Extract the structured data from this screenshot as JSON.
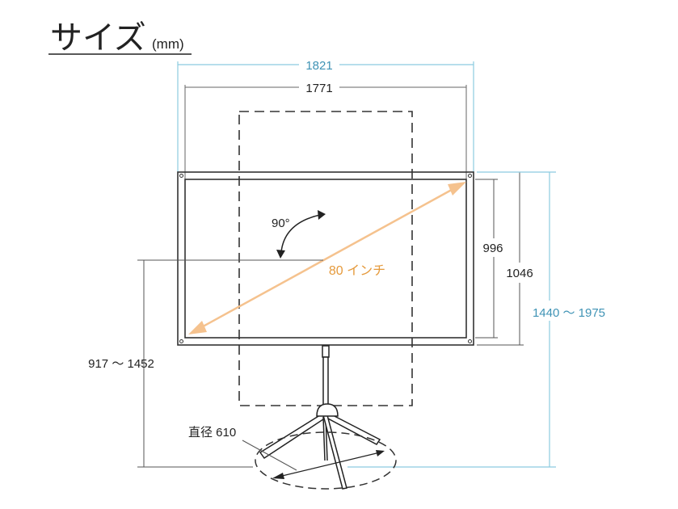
{
  "title": {
    "main": "サイズ",
    "unit": "(mm)"
  },
  "dimensions": {
    "overall_width": "1821",
    "screen_width": "1771",
    "screen_height": "996",
    "frame_height": "1046",
    "total_height_range": "1440 〜 1975",
    "bottom_edge_height_range": "917 〜 1452",
    "base_diameter": "直径 610",
    "diagonal": "80 インチ",
    "rotation": "90°"
  },
  "colors": {
    "accent_blue": "#3f93b5",
    "diagonal_orange": "#f5c28e",
    "diagonal_text": "#e59a3c",
    "line": "#333333"
  }
}
